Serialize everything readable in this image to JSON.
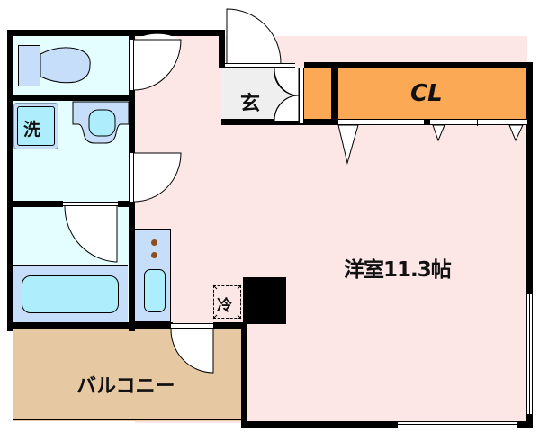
{
  "floor_plan": {
    "rooms": {
      "western_room": {
        "label": "洋室11.3帖",
        "type": "洋室",
        "size_jo": 11.3,
        "color": "#fde6e6"
      },
      "closet": {
        "label": "CL",
        "color": "#fba954"
      },
      "entrance": {
        "label": "玄",
        "color": "#efefef"
      },
      "washroom": {
        "label": "洗",
        "color": "#e4fdff"
      },
      "toilet": {
        "label": "",
        "color": "#e4fdff"
      },
      "bathroom": {
        "label": "",
        "color": "#e4fdff"
      },
      "balcony": {
        "label": "バルコニー",
        "color": "#e6c9a2"
      },
      "kitchen": {
        "label": "",
        "color": "#c6defa"
      }
    },
    "fixtures": {
      "refrigerator": {
        "label": "冷"
      }
    },
    "colors": {
      "wall": "#000000",
      "fixture_blue": "#c6defa",
      "fixture_cyan": "#aeeefc",
      "stove_burner": "#8b4f1f"
    }
  }
}
